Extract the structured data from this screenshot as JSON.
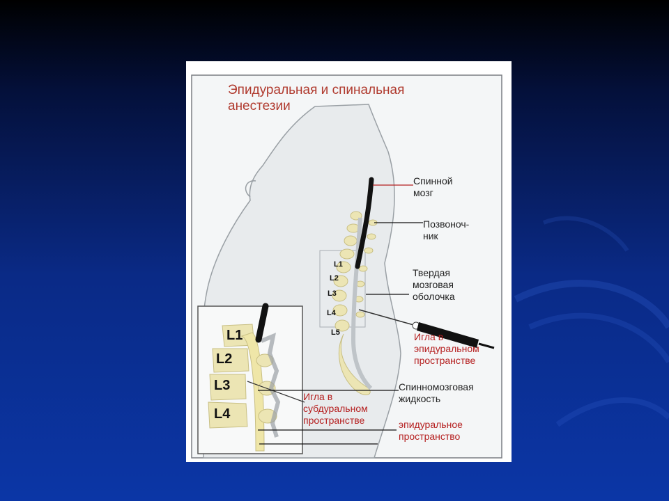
{
  "diagram": {
    "title": "Эпидуральная и спинальная\nанестезии",
    "labels": {
      "spinal_cord": "Спинной\nмозг",
      "spine": "Позвоноч-\nник",
      "dura": "Твердая\nмозговая\nоболочка",
      "needle_epidural": "Игла в\nэпидуральном\nпространстве",
      "csf": "Спинномозговая\nжидкость",
      "needle_subdural": "Игла в\nсубдуральном\nпространстве",
      "epidural_space": "эпидуральное\nпространство"
    },
    "vertebrae_small": [
      "L1",
      "L2",
      "L3",
      "L4",
      "L5"
    ],
    "vertebrae_inset": [
      "L1",
      "L2",
      "L3",
      "L4"
    ],
    "colors": {
      "accent_red": "#b51f1f",
      "bone": "#ece5b4",
      "body_fill": "#e9ecee",
      "background": "#0b36a6"
    }
  }
}
